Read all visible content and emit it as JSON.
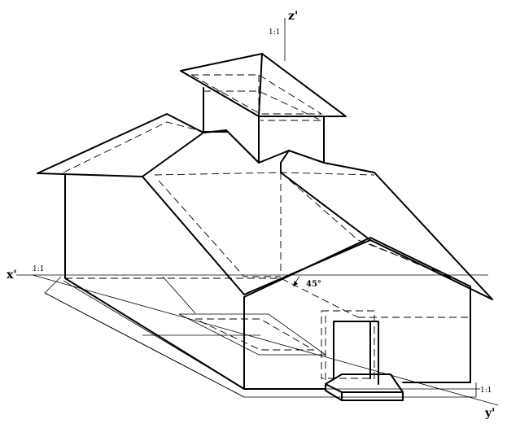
{
  "axes": {
    "x_label": "x'",
    "y_label": "y'",
    "z_label": "z'"
  },
  "scales": {
    "x_scale": "1:1",
    "y_scale": "1:1",
    "z_scale": "1:1"
  },
  "annotation": {
    "angle": "45°"
  }
}
